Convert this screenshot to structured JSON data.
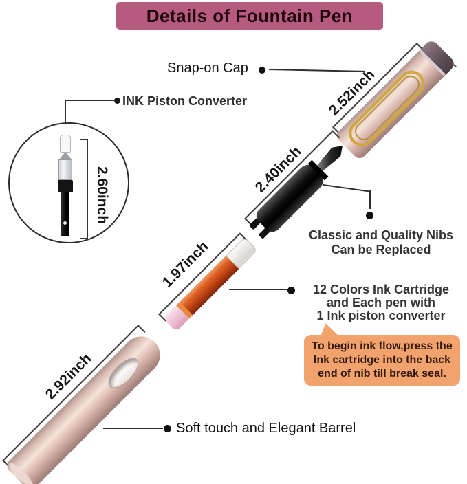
{
  "title": {
    "text": "Details of Fountain Pen"
  },
  "colors": {
    "banner_bg": "#b65a7f",
    "banner_text": "#1e040c",
    "bubble_bg": "#f2a26d",
    "line": "#2f2f2f"
  },
  "callouts": {
    "snap_on_cap": "Snap-on Cap",
    "ink_piston_converter": "INK Piston Converter",
    "nibs": {
      "line1": "Classic and Quality Nibs",
      "line2": "Can be Replaced"
    },
    "ink_cartridge": {
      "line1": "12 Colors Ink Cartridge",
      "line2": "and Each pen with",
      "line3": "1 Ink piston converter"
    },
    "barrel": "Soft touch and Elegant Barrel",
    "tip_note": {
      "line1": "To begin ink flow,press the",
      "line2": "Ink cartridge into the back",
      "line3": "end of nib till break seal."
    }
  },
  "dimensions": {
    "cap": "2.52inch",
    "nib_section": "2.40inch",
    "cartridge": "1.97inch",
    "barrel": "2.92inch",
    "converter": "2.60inch"
  }
}
